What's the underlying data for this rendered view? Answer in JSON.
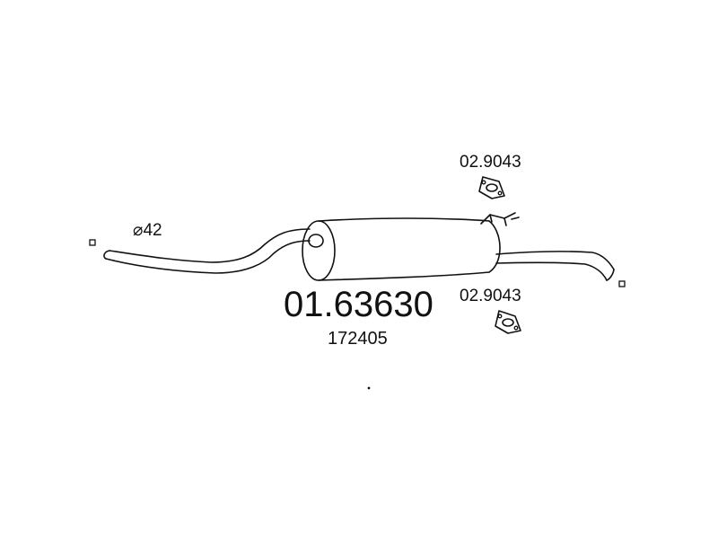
{
  "labels": {
    "pipe_diameter": "⌀42",
    "part_number": "01.63630",
    "oe_reference": "172405",
    "clamp_upper": "02.9043",
    "clamp_lower": "02.9043"
  }
}
